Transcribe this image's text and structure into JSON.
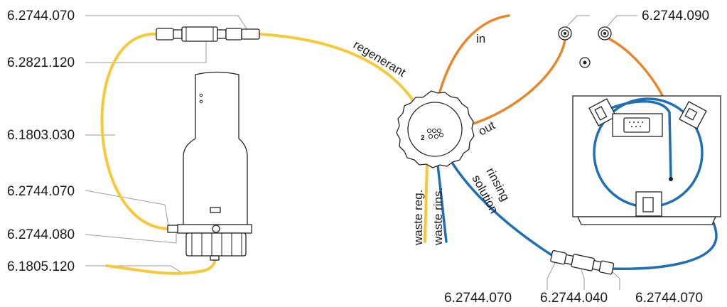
{
  "part_numbers": {
    "coupling_top_left": "6.2744.070",
    "filter_top": "6.2821.120",
    "tubing_yellow": "6.1803.030",
    "coupling_left": "6.2744.070",
    "coupling_bottom_left": "6.2744.080",
    "tubing_bottom": "6.1805.120",
    "connector_top_right": "6.2744.090",
    "coupling_bottom_a": "6.2744.070",
    "coupling_bottom_b": "6.2744.040",
    "coupling_bottom_c": "6.2744.070"
  },
  "tube_labels": {
    "regenerant": "regenerant",
    "in": "in",
    "out": "out",
    "waste_reg": "waste reg.",
    "waste_rins": "waste rins.",
    "rinsing": "rinsing",
    "solution": "solution",
    "port_2": "2"
  },
  "colors": {
    "regenerant_tube": "#f5c93a",
    "in_out_tube": "#e8862a",
    "rinsing_tube": "#1f6fb2"
  }
}
